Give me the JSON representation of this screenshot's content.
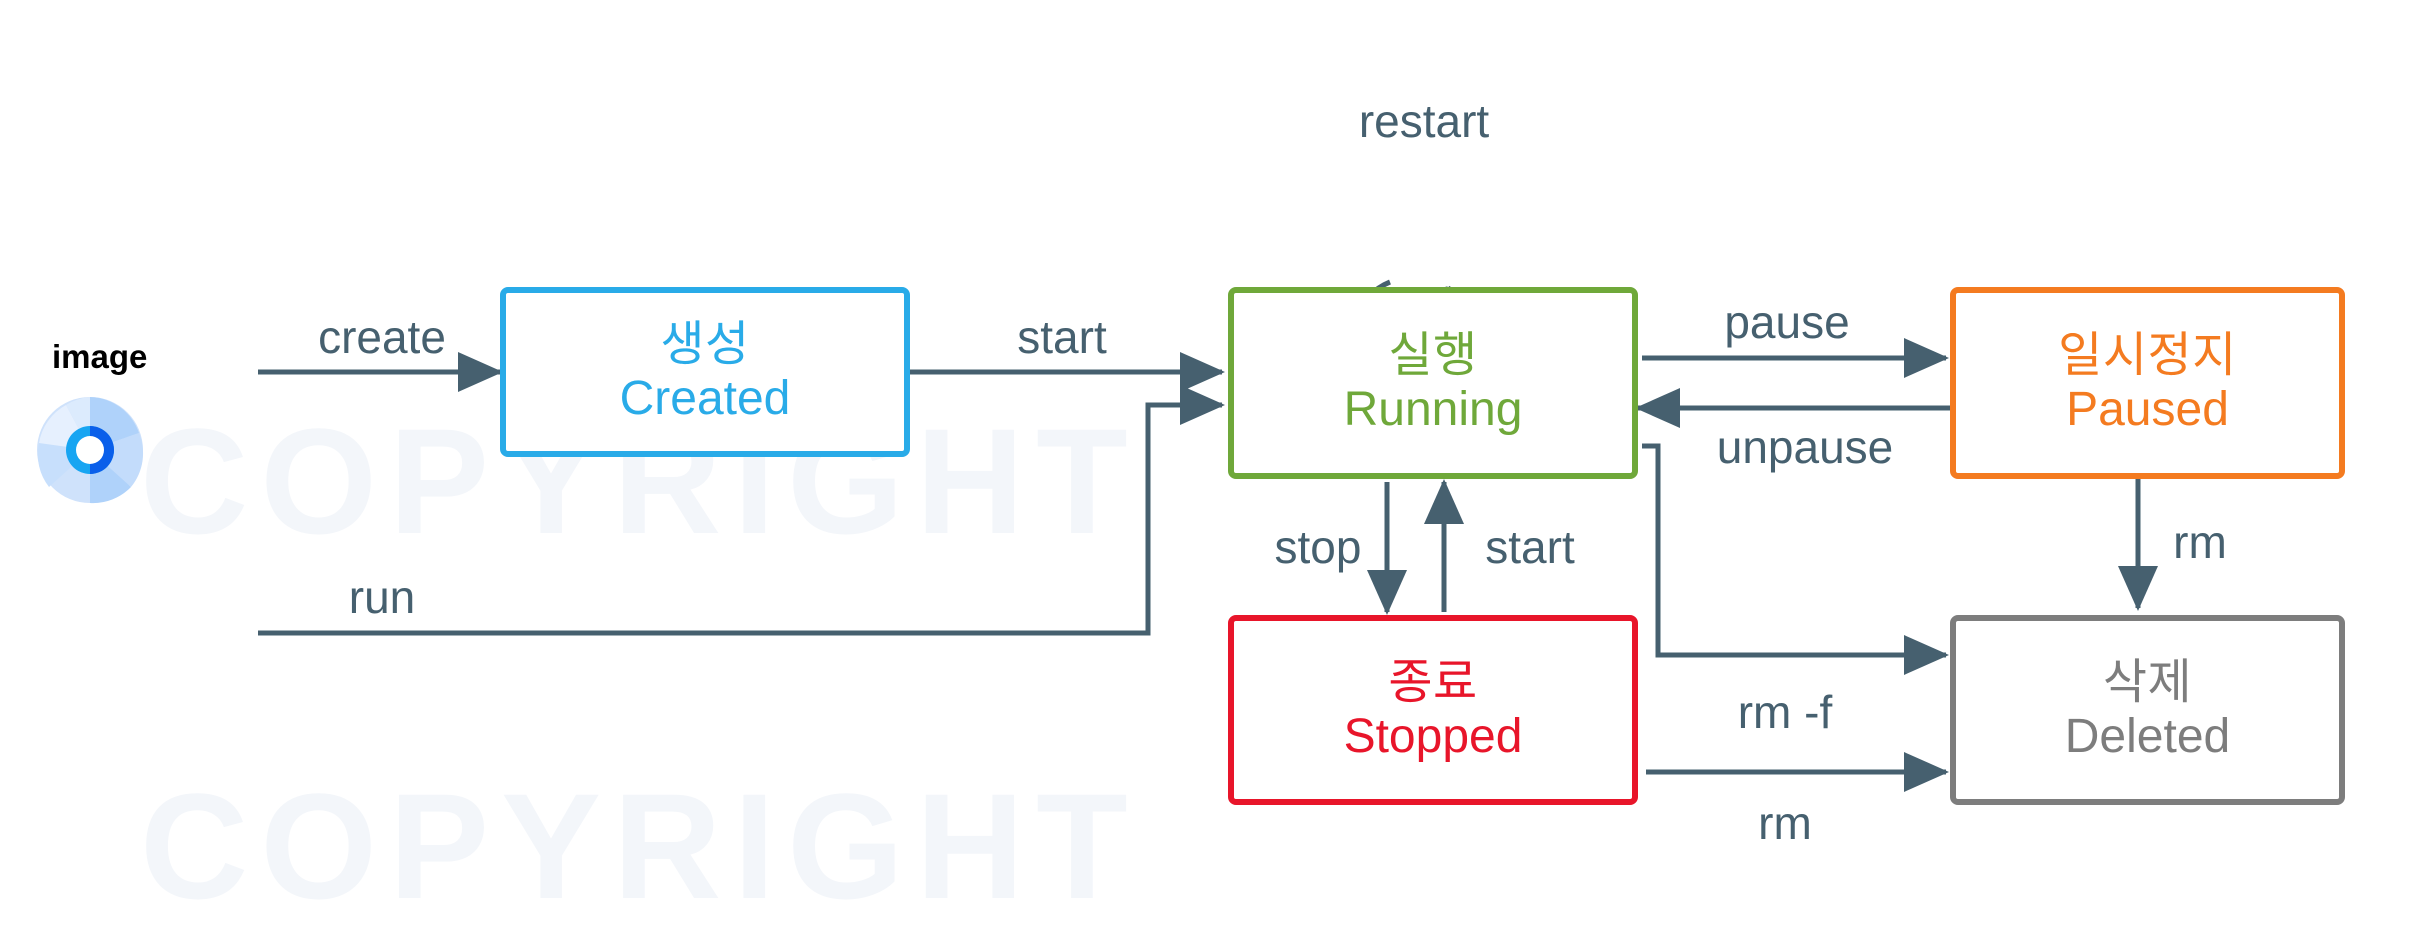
{
  "diagram": {
    "title": "Docker container lifecycle state diagram",
    "source_label": "image",
    "source_icon": "disc-icon"
  },
  "colors": {
    "created": "#29ABE8",
    "running": "#6FA83A",
    "paused": "#F47B20",
    "stopped": "#E8152A",
    "deleted": "#7D7D7D",
    "edge": "#46606F",
    "watermark": "#f3f6fa"
  },
  "nodes": [
    {
      "id": "created",
      "ko": "생성",
      "en": "Created"
    },
    {
      "id": "running",
      "ko": "실행",
      "en": "Running"
    },
    {
      "id": "paused",
      "ko": "일시정지",
      "en": "Paused"
    },
    {
      "id": "stopped",
      "ko": "종료",
      "en": "Stopped"
    },
    {
      "id": "deleted",
      "ko": "삭제",
      "en": "Deleted"
    }
  ],
  "edges": [
    {
      "id": "create",
      "label": "create",
      "from": "image",
      "to": "created"
    },
    {
      "id": "start1",
      "label": "start",
      "from": "created",
      "to": "running"
    },
    {
      "id": "run",
      "label": "run",
      "from": "image",
      "to": "running"
    },
    {
      "id": "restart",
      "label": "restart",
      "from": "running",
      "to": "running"
    },
    {
      "id": "pause",
      "label": "pause",
      "from": "running",
      "to": "paused"
    },
    {
      "id": "unpause",
      "label": "unpause",
      "from": "paused",
      "to": "running"
    },
    {
      "id": "stop",
      "label": "stop",
      "from": "running",
      "to": "stopped"
    },
    {
      "id": "start2",
      "label": "start",
      "from": "stopped",
      "to": "running"
    },
    {
      "id": "rmf",
      "label": "rm -f",
      "from": "running",
      "to": "deleted"
    },
    {
      "id": "rm1",
      "label": "rm",
      "from": "stopped",
      "to": "deleted"
    },
    {
      "id": "rm2",
      "label": "rm",
      "from": "paused",
      "to": "deleted"
    }
  ],
  "watermark": {
    "line1": "COPYRIGHT",
    "line2": "COPYRIGHT"
  }
}
